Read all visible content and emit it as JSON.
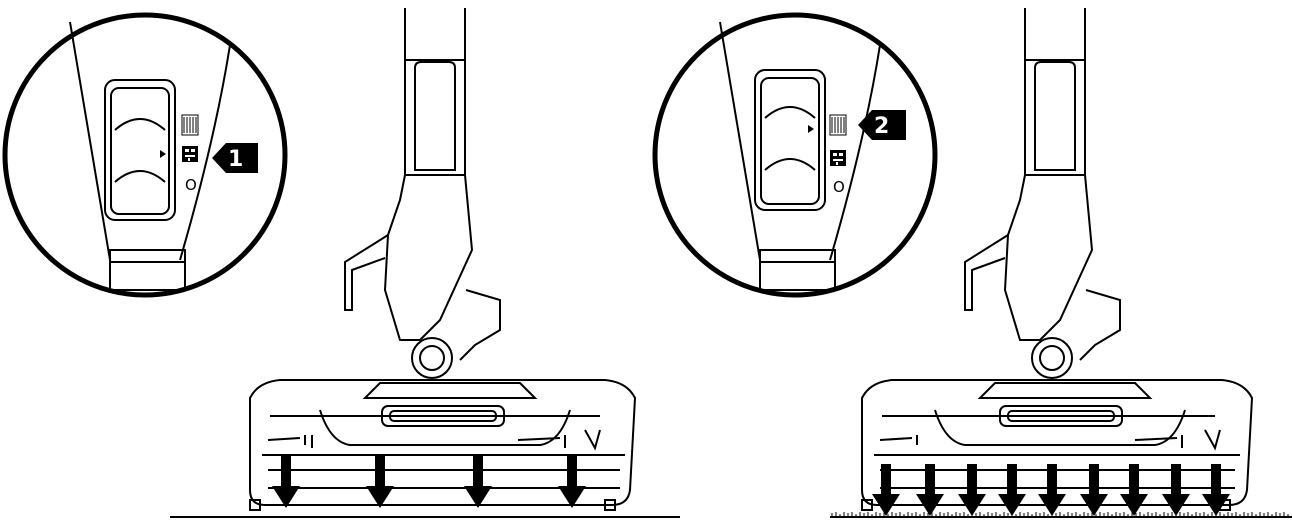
{
  "panels": [
    {
      "id": "carpet-setting",
      "step": "1",
      "arrow_target": "carpet",
      "slider_marks": {
        "off": "O"
      },
      "surface": "hard-floor",
      "airflow_arrows": 4
    },
    {
      "id": "hard-floor-setting",
      "step": "2",
      "arrow_target": "hard-floor",
      "slider_marks": {
        "off": "O"
      },
      "surface": "carpet",
      "airflow_arrows": 9
    }
  ],
  "colors": {
    "ink": "#000000",
    "paper": "#ffffff"
  }
}
